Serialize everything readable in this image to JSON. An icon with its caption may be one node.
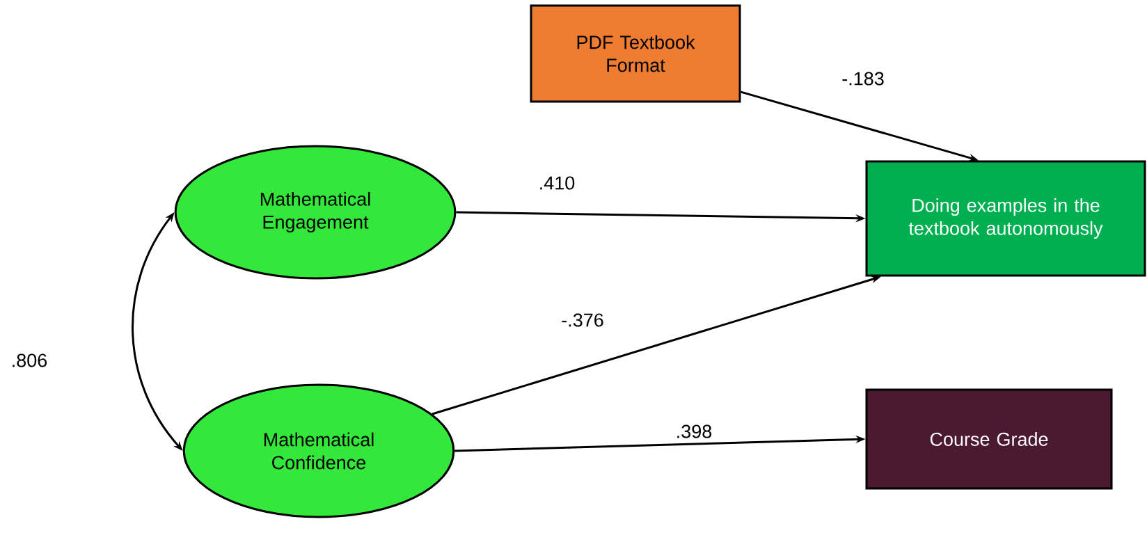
{
  "diagram": {
    "nodes": [
      {
        "text": [
          "PDF Textbook Format"
        ]
      },
      {
        "text": [
          "Mathematical Engagement"
        ]
      },
      {
        "text": [
          "Doing examples in the textbook autonomously"
        ]
      },
      {
        "text": [
          "Mathematical Confidence"
        ]
      },
      {
        "text": [
          "Course Grade"
        ]
      }
    ],
    "edges": [
      {
        "from": 0,
        "to": 2,
        "arrow": "to",
        "label": "-.183"
      },
      {
        "from": 1,
        "to": 2,
        "arrow": "to",
        "label": ".410"
      },
      {
        "from": 3,
        "to": 2,
        "arrow": "to",
        "label": "-.376"
      },
      {
        "from": 3,
        "to": 4,
        "arrow": "to",
        "label": ".398"
      },
      {
        "from": 1,
        "to": 3,
        "arrow": "both",
        "label": ".806"
      }
    ]
  }
}
